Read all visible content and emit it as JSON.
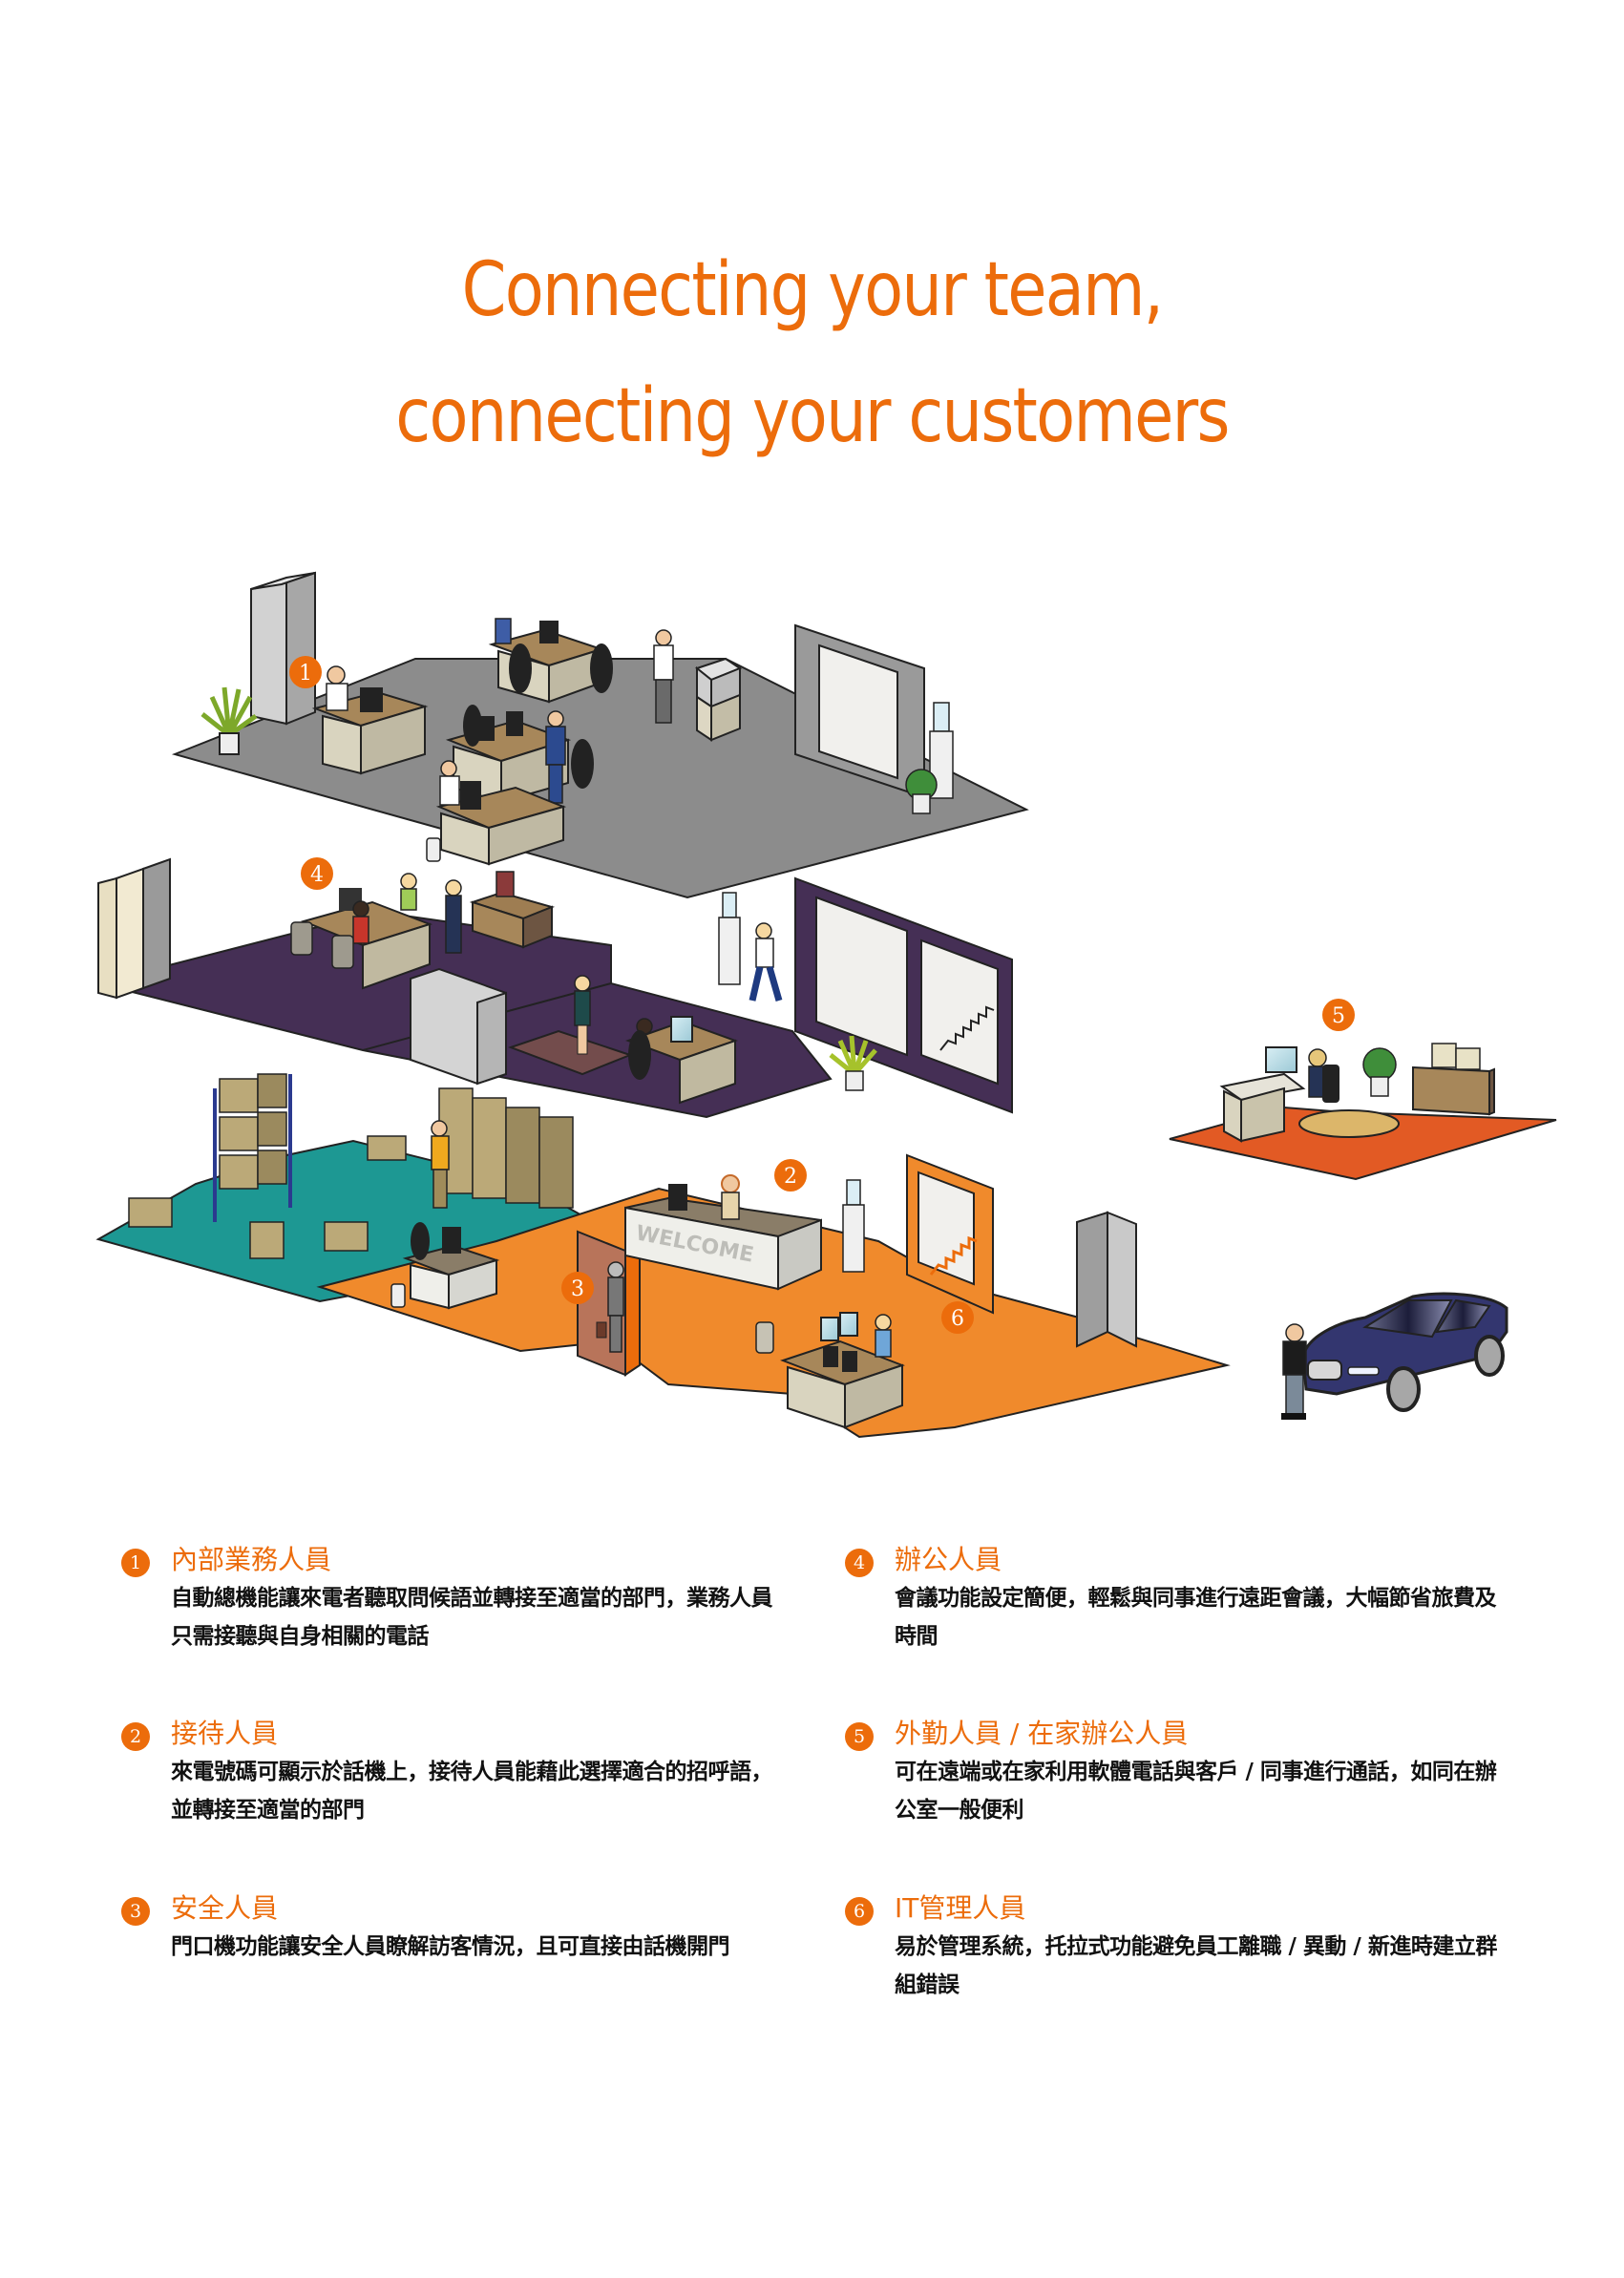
{
  "header": {
    "title_line1": "Connecting your team,",
    "title_line2": "connecting your customers"
  },
  "colors": {
    "accent": "#ec6c0b",
    "floor_top": "#8c8c8c",
    "floor_middle": "#452f55",
    "floor_warehouse": "#1d9893",
    "floor_reception": "#f08a2c",
    "floor_remote": "#e25a24",
    "car": "#33366f"
  },
  "illustration": {
    "markers": [
      {
        "number": "1",
        "zone": "internal-sales"
      },
      {
        "number": "2",
        "zone": "reception"
      },
      {
        "number": "3",
        "zone": "security"
      },
      {
        "number": "4",
        "zone": "office-staff"
      },
      {
        "number": "5",
        "zone": "remote-worker"
      },
      {
        "number": "6",
        "zone": "it-admin"
      }
    ],
    "reception_sign": "WELCOME"
  },
  "features": [
    {
      "number": "1",
      "title": "內部業務人員",
      "description": "自動總機能讓來電者聽取問候語並轉接至適當的部門，業務人員只需接聽與自身相關的電話"
    },
    {
      "number": "2",
      "title": "接待人員",
      "description": "來電號碼可顯示於話機上，接待人員能藉此選擇適合的招呼語，並轉接至適當的部門"
    },
    {
      "number": "3",
      "title": "安全人員",
      "description": "門口機功能讓安全人員瞭解訪客情況，且可直接由話機開門"
    },
    {
      "number": "4",
      "title": "辦公人員",
      "description": "會議功能設定簡便，輕鬆與同事進行遠距會議，大幅節省旅費及時間"
    },
    {
      "number": "5",
      "title": "外勤人員 / 在家辦公人員",
      "description": "可在遠端或在家利用軟體電話與客戶 / 同事進行通話，如同在辦公室一般便利"
    },
    {
      "number": "6",
      "title": "IT管理人員",
      "description": "易於管理系統，托拉式功能避免員工離職 / 異動 / 新進時建立群組錯誤"
    }
  ]
}
